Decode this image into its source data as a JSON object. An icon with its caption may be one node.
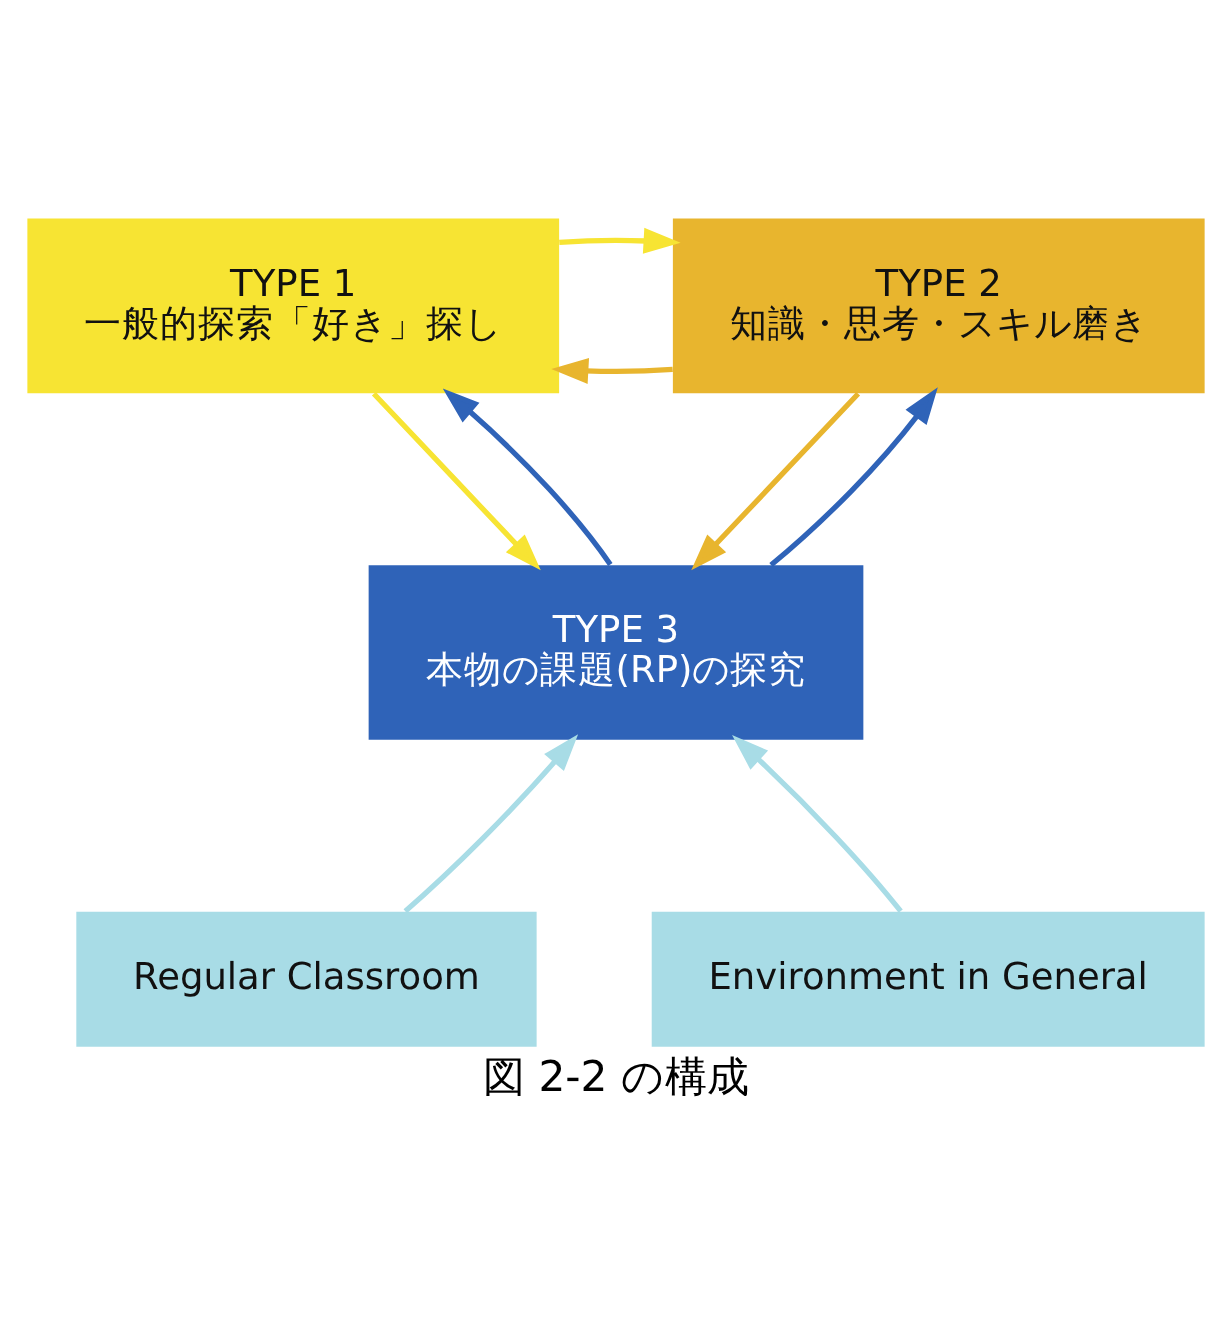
{
  "diagram": {
    "caption": "図 2-2 の構成",
    "nodes": [
      {
        "text": [
          "TYPE 1",
          "一般的探索「好き」探し"
        ]
      },
      {
        "text": [
          "TYPE 2",
          "知識・思考・スキル磨き"
        ]
      },
      {
        "text": [
          "TYPE 3",
          "本物の課題(RP)の探究"
        ]
      },
      {
        "text": [
          "Regular Classroom"
        ]
      },
      {
        "text": [
          "Environment in General"
        ]
      }
    ],
    "edges": [
      {
        "from": 1,
        "to": 0,
        "arrow": "to",
        "color": "#e8b52e"
      },
      {
        "from": 0,
        "to": 1,
        "arrow": "to",
        "color": "#f7e433"
      },
      {
        "from": 0,
        "to": 2,
        "arrow": "to",
        "color": "#f7e433"
      },
      {
        "from": 2,
        "to": 0,
        "arrow": "to",
        "color": "#2f63b8"
      },
      {
        "from": 1,
        "to": 2,
        "arrow": "to",
        "color": "#e8b52e"
      },
      {
        "from": 2,
        "to": 1,
        "arrow": "to",
        "color": "#2f63b8"
      },
      {
        "from": 3,
        "to": 2,
        "arrow": "to",
        "color": "#a8dce6"
      },
      {
        "from": 4,
        "to": 2,
        "arrow": "to",
        "color": "#a8dce6"
      }
    ]
  }
}
